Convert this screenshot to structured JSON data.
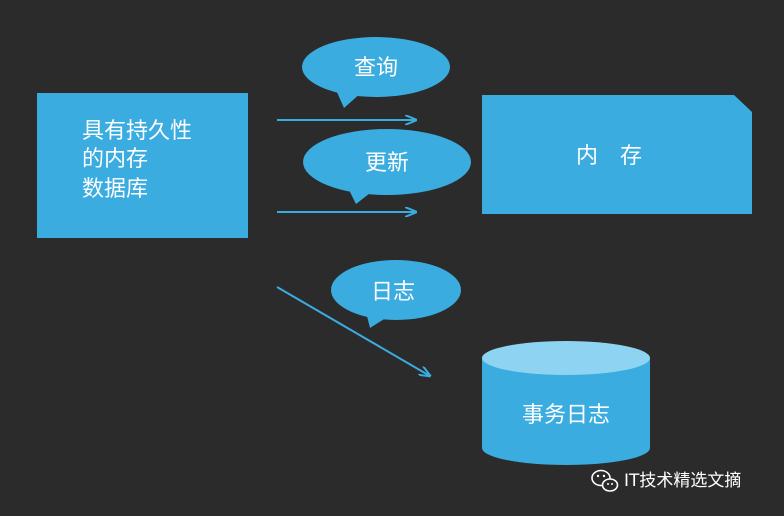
{
  "nodes": {
    "database": {
      "lines": [
        "具有持久性",
        "的内存",
        "数据库"
      ]
    },
    "memory": {
      "label": "内　存"
    },
    "transaction_log": {
      "label": "事务日志"
    }
  },
  "edges": {
    "query": {
      "label": "查询"
    },
    "update": {
      "label": "更新"
    },
    "log": {
      "label": "日志"
    }
  },
  "watermark": {
    "text": "IT技术精选文摘"
  },
  "colors": {
    "background": "#2b2b2b",
    "node_fill": "#3aace0",
    "bubble_fill": "#3aace0",
    "cylinder_top": "#8fd3f2",
    "arrow": "#3aace0",
    "text": "#ffffff"
  }
}
